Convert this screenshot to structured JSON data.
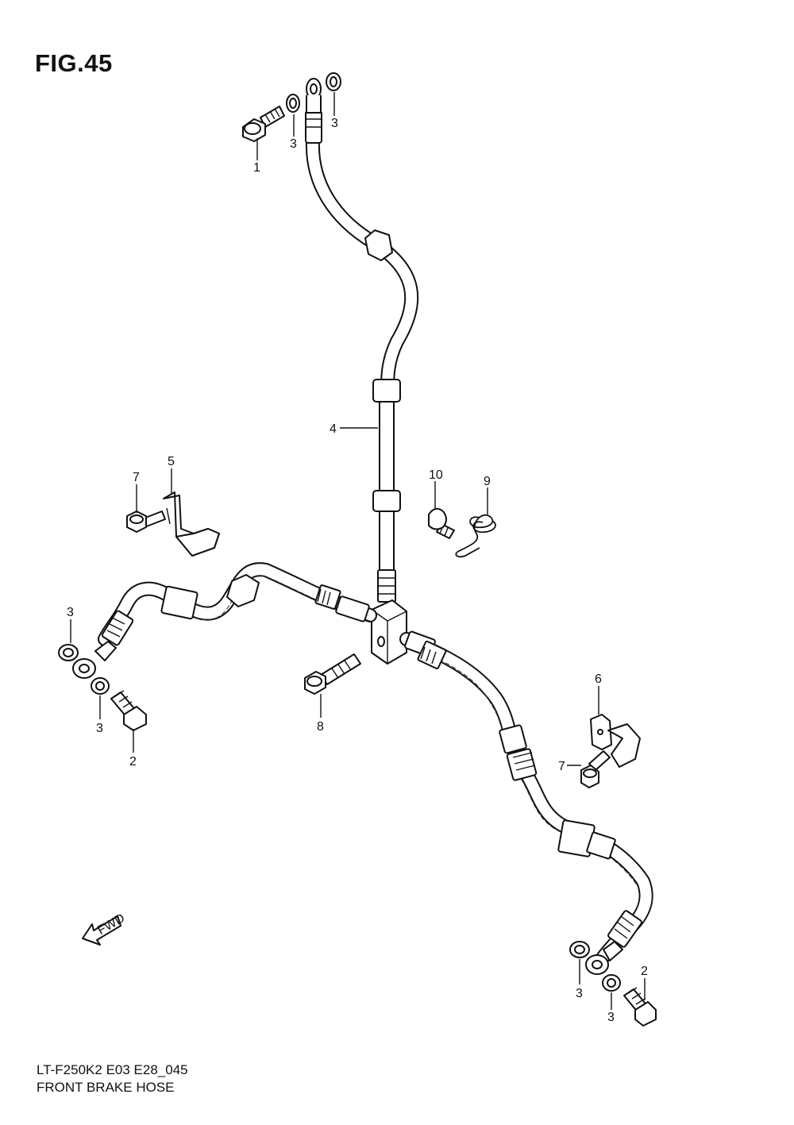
{
  "figure": {
    "title": "FIG.45"
  },
  "footer": {
    "code": "LT-F250K2 E03 E28_045",
    "name": "FRONT BRAKE  HOSE"
  },
  "fwd_arrow": {
    "text": "FWD"
  },
  "labels": {
    "p1": "1",
    "p2a": "2",
    "p2b": "2",
    "p3a": "3",
    "p3b": "3",
    "p3c": "3",
    "p3d": "3",
    "p3e": "3",
    "p3f": "3",
    "p4": "4",
    "p5": "5",
    "p6": "6",
    "p7a": "7",
    "p7b": "7",
    "p8": "8",
    "p9": "9",
    "p10": "10"
  }
}
